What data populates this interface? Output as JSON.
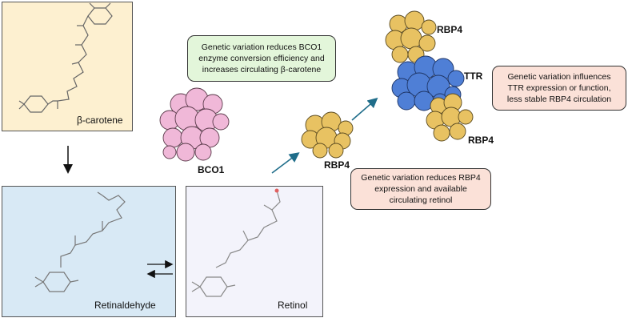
{
  "colors": {
    "beta_panel": "#fdf0d0",
    "retinaldehyde_panel": "#d8e9f5",
    "retinol_panel": "#f3f3fb",
    "bco1_note": "#e3f6da",
    "rbp4_note": "#fbe1d8",
    "ttr_note": "#fbe1d8",
    "bco1_protein": "#f0b8d8",
    "rbp4_protein": "#e8c262",
    "ttr_protein": "#4f7fd6",
    "arrow_blue": "#1f6d8a"
  },
  "panels": {
    "beta_carotene": {
      "label": "β-carotene"
    },
    "retinaldehyde": {
      "label": "Retinaldehyde"
    },
    "retinol": {
      "label": "Retinol"
    }
  },
  "proteins": {
    "bco1": {
      "label": "BCO1"
    },
    "rbp4_free": {
      "label": "RBP4"
    },
    "rbp4_top": {
      "label": "RBP4"
    },
    "ttr": {
      "label": "TTR"
    },
    "rbp4_bottom": {
      "label": "RBP4"
    }
  },
  "notes": {
    "bco1": "Genetic variation reduces BCO1 enzyme conversion efficiency and increases circulating β-carotene",
    "rbp4": "Genetic variation reduces RBP4 expression and available circulating retinol",
    "ttr": "Genetic variation influences TTR expression or function, less stable RBP4 circulation"
  }
}
